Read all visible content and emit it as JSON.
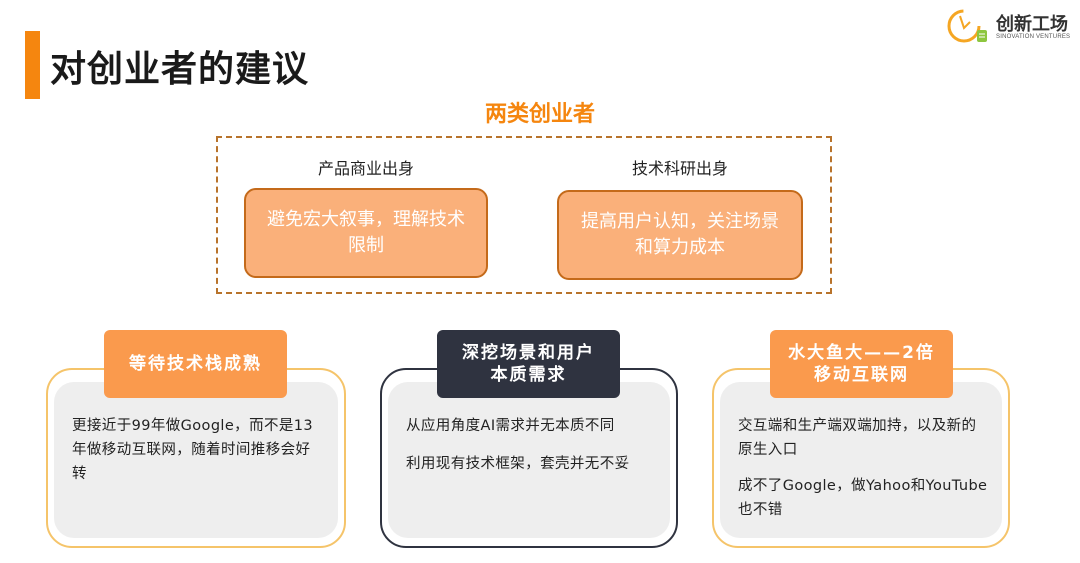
{
  "header": {
    "title": "对创业者的建议",
    "accent_color": "#f5860f"
  },
  "logo": {
    "name": "创新工场",
    "subtitle": "SINOVATION VENTURES",
    "icon": "lightbulb-icon"
  },
  "founders": {
    "heading": "两类创业者",
    "columns": [
      {
        "label": "产品商业出身",
        "advice": "避免宏大叙事，理解技术限制"
      },
      {
        "label": "技术科研出身",
        "advice": "提高用户认知，关注场景和算力成本"
      }
    ]
  },
  "cards": [
    {
      "tag": "等待技术栈成熟",
      "paragraphs": [
        "更接近于99年做Google，而不是13年做移动互联网，随着时间推移会好转"
      ]
    },
    {
      "tag": "深挖场景和用户本质需求",
      "paragraphs": [
        "从应用角度AI需求并无本质不同",
        "利用现有技术框架，套壳并无不妥"
      ]
    },
    {
      "tag": "水大鱼大——2倍移动互联网",
      "paragraphs": [
        "交互端和生产端双端加持，以及新的原生入口",
        "成不了Google，做Yahoo和YouTube也不错"
      ]
    }
  ]
}
